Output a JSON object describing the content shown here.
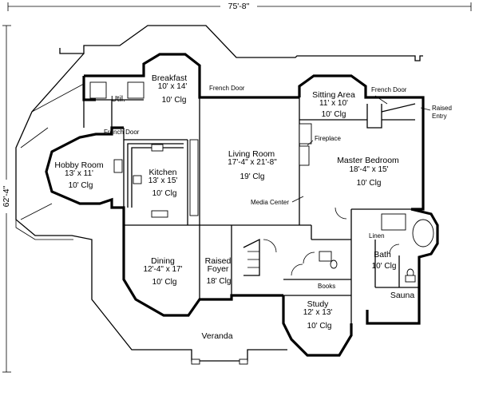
{
  "overall_dims": {
    "width": "75'-8\"",
    "depth": "62'-4\""
  },
  "rooms": [
    {
      "id": "breakfast",
      "name": "Breakfast",
      "dims": "10' x 14'",
      "ceiling": "10' Clg"
    },
    {
      "id": "util",
      "name": "Util."
    },
    {
      "id": "hobby-room",
      "name": "Hobby Room",
      "dims": "13' x 11'",
      "ceiling": "10' Clg"
    },
    {
      "id": "kitchen",
      "name": "Kitchen",
      "dims": "13' x 15'",
      "ceiling": "10' Clg"
    },
    {
      "id": "living-room",
      "name": "Living Room",
      "dims": "17'-4\" x 21'-8\"",
      "ceiling": "19' Clg"
    },
    {
      "id": "sitting-area",
      "name": "Sitting Area",
      "dims": "11' x 10'",
      "ceiling": "10' Clg"
    },
    {
      "id": "master-bedroom",
      "name": "Master Bedroom",
      "dims": "18'-4\" x 15'",
      "ceiling": "10' Clg"
    },
    {
      "id": "dining",
      "name": "Dining",
      "dims": "12'-4\" x 17'",
      "ceiling": "10' Clg"
    },
    {
      "id": "raised-foyer",
      "name": "Raised",
      "name2": "Foyer",
      "ceiling": "18' Clg"
    },
    {
      "id": "bath",
      "name": "Bath",
      "ceiling": "10' Clg"
    },
    {
      "id": "study",
      "name": "Study",
      "dims": "12' x 13'",
      "ceiling": "10' Clg"
    },
    {
      "id": "sauna",
      "name": "Sauna"
    },
    {
      "id": "veranda",
      "name": "Veranda"
    }
  ],
  "annotations": {
    "french_door": "French Door",
    "raised_entry_1": "Raised",
    "raised_entry_2": "Entry",
    "fireplace": "Fireplace",
    "media_center": "Media Center",
    "linen": "Linen",
    "books": "Books"
  }
}
